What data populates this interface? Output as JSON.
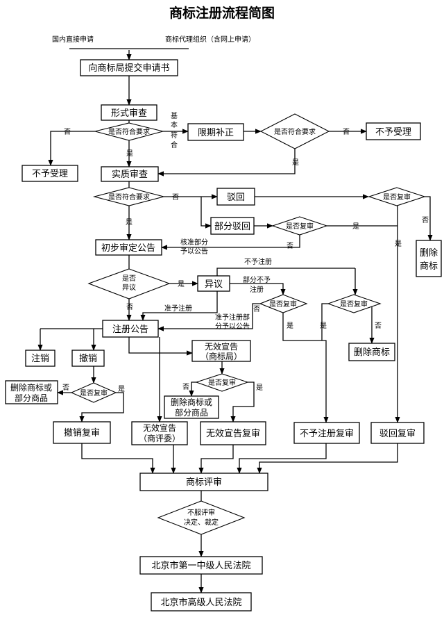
{
  "title": "商标注册流程简图",
  "sources": {
    "domestic": "国内直接申请",
    "agency": "商标代理组织（含网上申请）"
  },
  "boxes": {
    "submit": "向商标局提交申请书",
    "formal_exam": "形式审查",
    "rectify": "限期补正",
    "reject_accept_left": "不予受理",
    "reject_accept_right": "不予受理",
    "substantive_exam": "实质审查",
    "rejection": "驳回",
    "partial_rejection": "部分驳回",
    "delete_trademark_right": [
      "删除",
      "商标"
    ],
    "preliminary_publication": "初步审定公告",
    "opposition": "异议",
    "registration_publication": "注册公告",
    "delete_trademark_mid": "删除商标",
    "cancellation": "注销",
    "revocation": "撤销",
    "invalid_tmo": [
      "无效宣告",
      "（商标局）"
    ],
    "delete_goods_left": [
      "删除商标或",
      "部分商品"
    ],
    "delete_goods_mid": [
      "删除商标或",
      "部分商品"
    ],
    "revocation_review": "撤销复审",
    "invalid_trab": [
      "无效宣告",
      "（商评委）"
    ],
    "invalid_review": "无效宣告复审",
    "no_registration_review": "不予注册复审",
    "rejection_review": "驳回复审",
    "tm_review": "商标评审",
    "court_1": "北京市第一中级人民法院",
    "court_2": "北京市高级人民法院"
  },
  "decisions": {
    "formal_meets": "是否符合要求",
    "rectify_meets": "是否符合要求",
    "substantive_meets": "是否符合要求",
    "review_rejection": "是否复审",
    "review_partial": "是否复审",
    "has_opposition": [
      "是否",
      "异议"
    ],
    "review_opposition_1": "是否复审",
    "review_opposition_2": "是否复审",
    "review_revocation": "是否复审",
    "review_invalid": "是否复审",
    "disagree_review": [
      "不服评审",
      "决定、裁定"
    ]
  },
  "labels": {
    "yes": "是",
    "no": "否",
    "basically_meets": [
      "基",
      "本",
      "符",
      "合"
    ],
    "approve_partial_publish": [
      "核准部分",
      "予以公告"
    ],
    "not_registered": "不予注册",
    "partially_not": [
      "部分不予",
      "注册"
    ],
    "approve_register": "准予注册",
    "approve_partial_register": [
      "准予注册部",
      "分予以公告"
    ]
  }
}
